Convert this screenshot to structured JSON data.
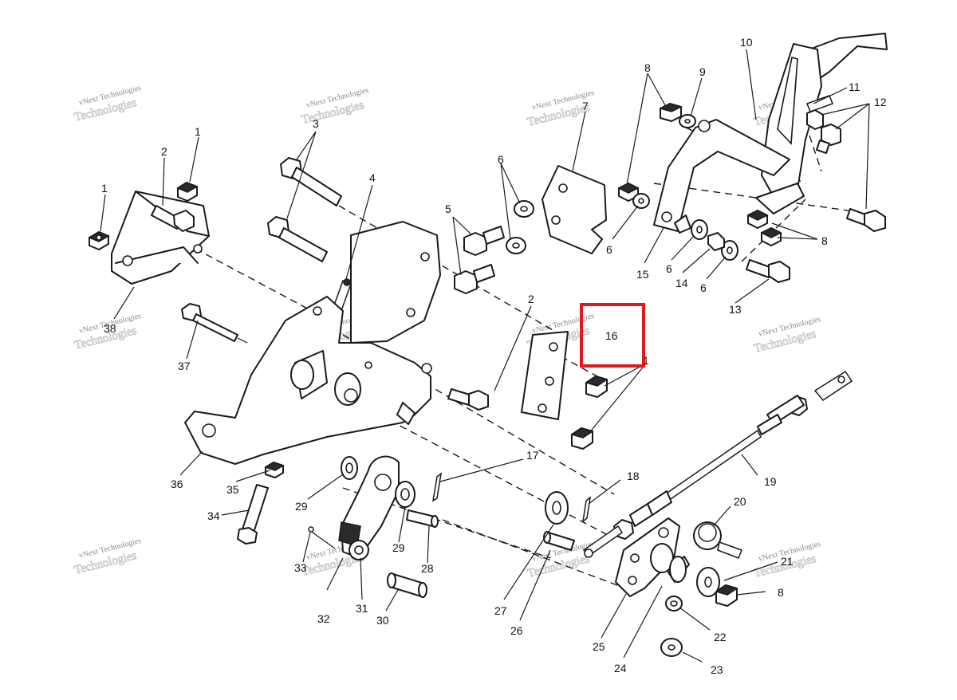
{
  "watermark": {
    "line1": "vNext Technologies",
    "line2": "Technologies"
  },
  "callouts": {
    "c1a": "1",
    "c1b": "1",
    "c1c": "1",
    "c2a": "2",
    "c2b": "2",
    "c3": "3",
    "c4": "4",
    "c5": "5",
    "c6a": "6",
    "c6b": "6",
    "c6c": "6",
    "c6d": "6",
    "c7": "7",
    "c8a": "8",
    "c8b": "8",
    "c8c": "8",
    "c9": "9",
    "c10": "10",
    "c11": "11",
    "c12": "12",
    "c13": "13",
    "c14": "14",
    "c15": "15",
    "c16": "16",
    "c17": "17",
    "c18": "18",
    "c19": "19",
    "c20": "20",
    "c21": "21",
    "c22": "22",
    "c23": "23",
    "c24": "24",
    "c25": "25",
    "c26": "26",
    "c27": "27",
    "c28": "28",
    "c29a": "29",
    "c29b": "29",
    "c30": "30",
    "c31": "31",
    "c32": "32",
    "c33": "33",
    "c34": "34",
    "c35": "35",
    "c36": "36",
    "c37": "37",
    "c38": "38"
  },
  "highlight": {
    "color": "#e0191f",
    "target": "16"
  }
}
